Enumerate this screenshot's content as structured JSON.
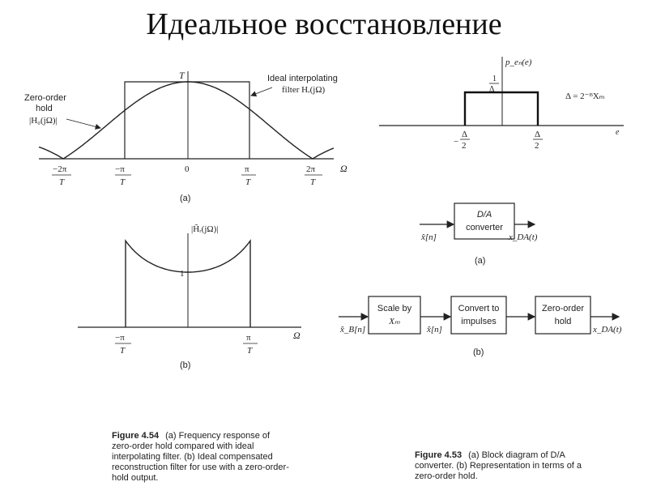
{
  "title": "Идеальное восстановление",
  "fig454": {
    "zoh_label": [
      "Zero-order",
      "hold",
      "|H₀(jΩ)|"
    ],
    "ideal_label": [
      "Ideal interpolating",
      "filter Hᵣ(jΩ)"
    ],
    "T_label": "T",
    "axis_label": "Ω",
    "ticks_a": [
      {
        "num": "−2π",
        "den": "T"
      },
      {
        "num": "−π",
        "den": "T"
      },
      {
        "num": "0",
        "den": ""
      },
      {
        "num": "π",
        "den": "T"
      },
      {
        "num": "2π",
        "den": "T"
      }
    ],
    "sub_a": "(a)",
    "hr_tilde_label": "|H̃ᵣ(jΩ)|",
    "one_label": "1",
    "ticks_b": [
      {
        "num": "−π",
        "den": "T"
      },
      {
        "num": "π",
        "den": "T"
      }
    ],
    "sub_b": "(b)",
    "caption_num": "Figure 4.54",
    "caption_text": "(a) Frequency response of zero-order hold compared with ideal interpolating filter. (b) Ideal compensated reconstruction filter for use with a zero-order-hold output."
  },
  "pdf": {
    "ylabel": "p_eₙ(e)",
    "level_num": "1",
    "level_den": "Δ",
    "delta_def": "Δ = 2⁻ᴮXₘ",
    "left_tick_num": "Δ",
    "left_tick_den": "2",
    "left_tick_sign": "−",
    "right_tick_num": "Δ",
    "right_tick_den": "2",
    "xlabel": "e"
  },
  "fig453": {
    "da_block": [
      "D/A",
      "converter"
    ],
    "input_a": "x̂[n]",
    "output_a": "x_DA(t)",
    "sub_a": "(a)",
    "scale_block": [
      "Scale by",
      "Xₘ"
    ],
    "convert_block": [
      "Convert to",
      "impulses"
    ],
    "zoh_block": [
      "Zero-order",
      "hold"
    ],
    "input_b": "x̂_B[n]",
    "mid_b": "x̂[n]",
    "output_b": "x_DA(t)",
    "sub_b": "(b)",
    "caption_num": "Figure 4.53",
    "caption_text": "(a) Block diagram of D/A converter. (b) Representation in terms of a zero-order hold."
  }
}
